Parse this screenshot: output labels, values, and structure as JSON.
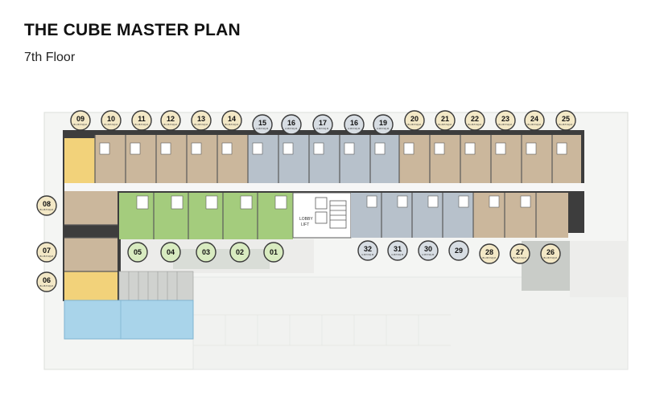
{
  "header": {
    "title": "THE CUBE MASTER PLAN",
    "subtitle": "7th Floor"
  },
  "colors": {
    "tan": "#cbb79c",
    "gray_blue": "#b7c1cb",
    "green": "#a4cc7d",
    "yellow": "#f2d27a",
    "pool": "#a9d4ea",
    "badge_tan": "#f3e8c6",
    "badge_gray": "#d7dde3",
    "badge_green": "#d8ebc0"
  },
  "plan": {
    "lobby_label_1": "LOBBY",
    "lobby_label_2": "LIFT"
  },
  "units": [
    {
      "num": "09",
      "sub": "B1 28.5 SQ.M.",
      "kind": "yellow"
    },
    {
      "num": "10",
      "sub": "B1 28.5 SQ.M.",
      "kind": "tan"
    },
    {
      "num": "11",
      "sub": "B1 28.5 SQ.M.",
      "kind": "tan"
    },
    {
      "num": "12",
      "sub": "B1 28.5 SQ.M.",
      "kind": "tan"
    },
    {
      "num": "13",
      "sub": "B1 28.5 SQ.M.",
      "kind": "tan"
    },
    {
      "num": "14",
      "sub": "B1 28.5 SQ.M.",
      "kind": "tan"
    },
    {
      "num": "15",
      "sub": "A 28.5 SQ.M.",
      "kind": "gray"
    },
    {
      "num": "16",
      "sub": "A 28.5 SQ.M.",
      "kind": "gray"
    },
    {
      "num": "17",
      "sub": "A 28.5 SQ.M.",
      "kind": "gray"
    },
    {
      "num": "16",
      "sub": "A 28.5 SQ.M.",
      "kind": "gray"
    },
    {
      "num": "19",
      "sub": "A 28.5 SQ.M.",
      "kind": "gray"
    },
    {
      "num": "20",
      "sub": "B1 28.5 SQ.M.",
      "kind": "tan"
    },
    {
      "num": "21",
      "sub": "B1 28.5 SQ.M.",
      "kind": "tan"
    },
    {
      "num": "22",
      "sub": "B1 28.5 SQ.M.",
      "kind": "tan"
    },
    {
      "num": "23",
      "sub": "B1 28.5 SQ.M.",
      "kind": "tan"
    },
    {
      "num": "24",
      "sub": "B1 28.5 SQ.M.",
      "kind": "tan"
    },
    {
      "num": "25",
      "sub": "B1 28.5 SQ.M.",
      "kind": "tan"
    },
    {
      "num": "08",
      "sub": "B1 28.5 SQ.M.",
      "kind": "tan"
    },
    {
      "num": "07",
      "sub": "B1 28.5 SQ.M.",
      "kind": "tan"
    },
    {
      "num": "06",
      "sub": "B1 28.5 SQ.M.",
      "kind": "yellow"
    },
    {
      "num": "05",
      "sub": "",
      "kind": "green"
    },
    {
      "num": "04",
      "sub": "",
      "kind": "green"
    },
    {
      "num": "03",
      "sub": "",
      "kind": "green"
    },
    {
      "num": "02",
      "sub": "",
      "kind": "green"
    },
    {
      "num": "01",
      "sub": "",
      "kind": "green"
    },
    {
      "num": "32",
      "sub": "A 28.5 SQ.M.",
      "kind": "gray"
    },
    {
      "num": "31",
      "sub": "A 28.5 SQ.M.",
      "kind": "gray"
    },
    {
      "num": "30",
      "sub": "A 28.5 SQ.M.",
      "kind": "gray"
    },
    {
      "num": "29",
      "sub": "",
      "kind": "gray"
    },
    {
      "num": "28",
      "sub": "B1 28.5 SQ.M.",
      "kind": "tan"
    },
    {
      "num": "27",
      "sub": "B1 28.5 SQ.M.",
      "kind": "tan"
    },
    {
      "num": "26",
      "sub": "B1 28.5 SQ.M.",
      "kind": "tan"
    }
  ]
}
